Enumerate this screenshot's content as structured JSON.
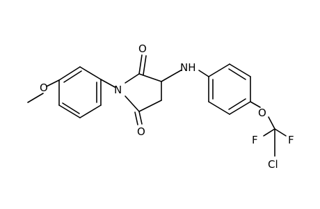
{
  "labels": {
    "o_methoxy": "O",
    "n_ring": "N",
    "o_carbonyl_top": "O",
    "o_carbonyl_bottom": "O",
    "nh": "NH",
    "o_ether": "O",
    "f_left": "F",
    "f_right": "F",
    "cl": "Cl"
  }
}
